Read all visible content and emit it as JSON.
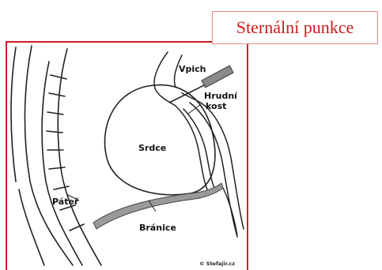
{
  "title": "Sternální punkce",
  "labels": {
    "needle": "Vpich",
    "sternum_line1": "Hrudní",
    "sternum_line2": "kost",
    "heart": "Srdce",
    "spine": "Páteř",
    "diaphragm": "Bránice"
  },
  "copyright": "© Stefajir.cz",
  "colors": {
    "frame": "#cc1f1f",
    "title_text": "#d11a1a",
    "title_border": "#e48a8a",
    "line_art": "#222222",
    "diaphragm_fill": "#9a9a9a",
    "needle_fill": "#8a8a8a"
  }
}
